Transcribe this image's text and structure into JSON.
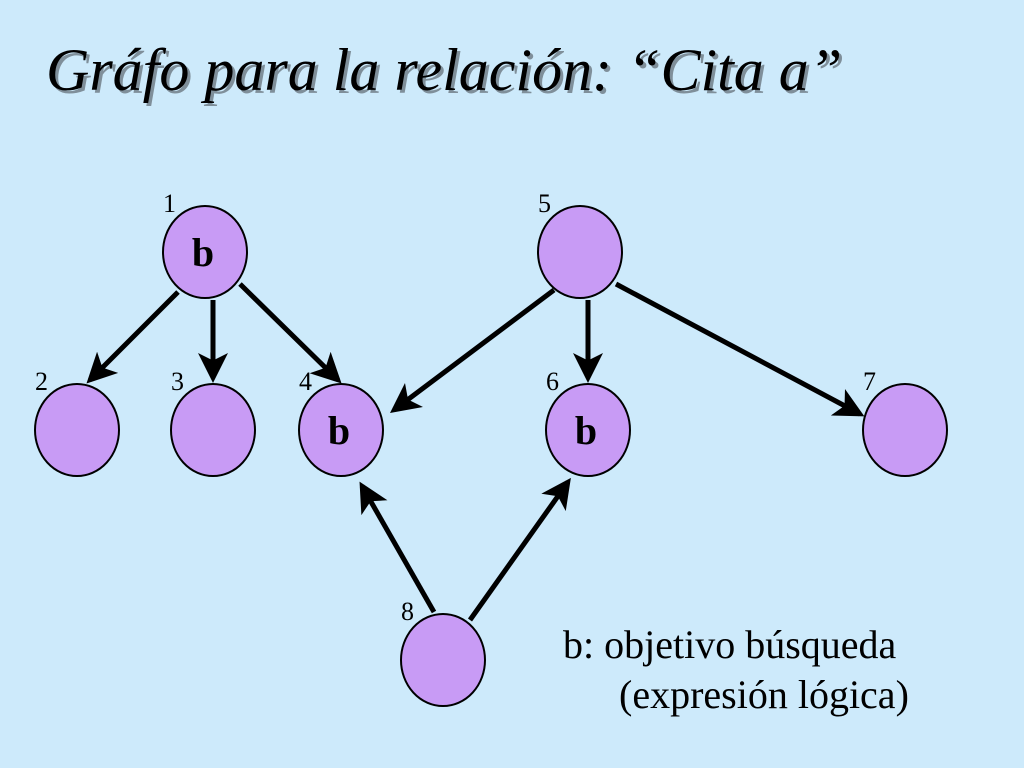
{
  "title": "Gráfo para la relación: “Cita a”",
  "nodes": [
    {
      "id": "1",
      "label": "b"
    },
    {
      "id": "2",
      "label": ""
    },
    {
      "id": "3",
      "label": ""
    },
    {
      "id": "4",
      "label": "b"
    },
    {
      "id": "5",
      "label": ""
    },
    {
      "id": "6",
      "label": "b"
    },
    {
      "id": "7",
      "label": ""
    },
    {
      "id": "8",
      "label": ""
    }
  ],
  "edges": [
    {
      "from": "1",
      "to": "2"
    },
    {
      "from": "1",
      "to": "3"
    },
    {
      "from": "1",
      "to": "4"
    },
    {
      "from": "5",
      "to": "4"
    },
    {
      "from": "5",
      "to": "6"
    },
    {
      "from": "5",
      "to": "7"
    },
    {
      "from": "8",
      "to": "4"
    },
    {
      "from": "8",
      "to": "6"
    }
  ],
  "legend": {
    "line1": "b: objetivo búsqueda",
    "line2": "(expresión lógica)"
  },
  "colors": {
    "background": "#cdeafb",
    "node_fill": "#c89bf5",
    "stroke": "#000000"
  }
}
